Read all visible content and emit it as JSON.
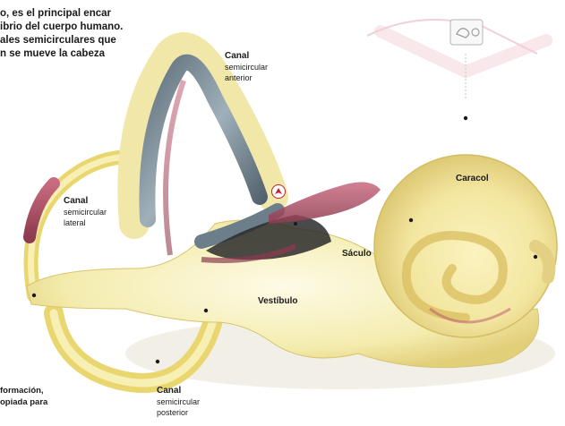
{
  "intro": {
    "lines": [
      "o, es el principal encar",
      "ibrio del cuerpo humano.",
      "ales semicirculares que",
      "n se mueve la cabeza"
    ]
  },
  "labels": {
    "anterior": [
      "Canal",
      "semicircular",
      "anterior"
    ],
    "lateral": [
      "Canal",
      "semicircular",
      "lateral"
    ],
    "posterior": [
      "Canal",
      "semicircular",
      "posterior"
    ],
    "caracol": "Caracol",
    "saculo": "Sáculo",
    "vestibulo": "Vestíbulo"
  },
  "footer": {
    "lines": [
      "formación,",
      "opiada para"
    ]
  },
  "badge": {
    "symbol": "up-arrow-icon"
  },
  "colors": {
    "bone": "#f4ecae",
    "bone_light": "#fbf8d8",
    "tube": "#e9d66f",
    "pink": "#b8506a",
    "membrane": "#7a8f9c",
    "dark": "#2a2a2a",
    "accent_red": "#c81e2d"
  }
}
